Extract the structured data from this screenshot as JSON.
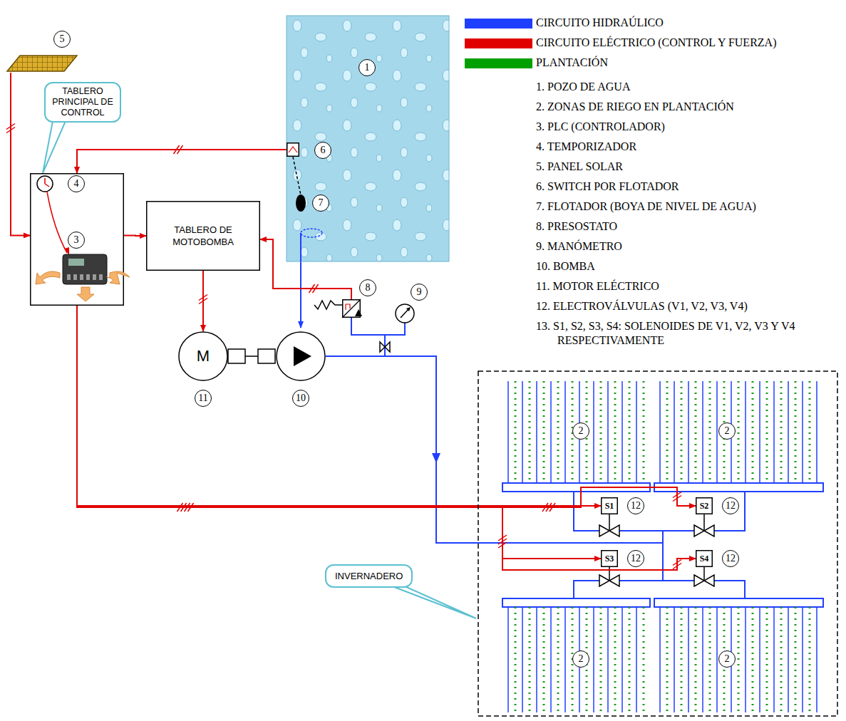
{
  "diagram": {
    "nodes": [
      {
        "text": [
          "5"
        ]
      },
      {
        "text": [
          "TABLERO PRINCIPAL DE CONTROL",
          "4",
          "3"
        ]
      },
      {
        "text": [
          "1"
        ]
      },
      {
        "text": [
          "6"
        ],
        "in": 2
      },
      {
        "text": [
          "TABLERO DE MOTOBOMBA"
        ]
      },
      {
        "text": [
          "8"
        ]
      },
      {
        "text": [
          "M",
          "11"
        ]
      },
      {
        "text": [
          "10"
        ]
      },
      {
        "text": [
          "INVERNADERO"
        ]
      },
      {
        "text": [
          "S1",
          "12"
        ],
        "in": 8
      },
      {
        "text": [
          "S2",
          "12"
        ],
        "in": 8
      },
      {
        "text": [
          "S3",
          "12"
        ],
        "in": 8
      },
      {
        "text": [
          "S4",
          "12"
        ],
        "in": 8
      }
    ],
    "edges": [
      {
        "from": 0,
        "to": 1,
        "arrow": "to"
      },
      {
        "from": 3,
        "to": 1,
        "arrow": "to"
      },
      {
        "from": 1,
        "to": 4,
        "arrow": "to"
      },
      {
        "from": 5,
        "to": 4,
        "arrow": "to"
      },
      {
        "from": 4,
        "to": 6,
        "arrow": "to"
      },
      {
        "from": 1,
        "to": 9,
        "arrow": "to"
      },
      {
        "from": 1,
        "to": 10,
        "arrow": "to"
      },
      {
        "from": 1,
        "to": 11,
        "arrow": "to"
      },
      {
        "from": 1,
        "to": 12,
        "arrow": "to"
      }
    ],
    "labels": [
      "2",
      "2",
      "2",
      "2",
      "7",
      "9",
      "1. POZO DE AGUA",
      "2. ZONAS DE RIEGO EN PLANTACIÓN",
      "3. PLC (CONTROLADOR)",
      "4. TEMPORIZADOR",
      "5. PANEL SOLAR",
      "6. SWITCH POR FLOTADOR",
      "7. FLOTADOR (BOYA DE NIVEL DE AGUA)",
      "8. PRESOSTATO",
      "9. MANÓMETRO",
      "10. BOMBA",
      "11. MOTOR ELÉCTRICO",
      "12. ELECTROVÁLVULAS (V1, V2, V3, V4)",
      "13. S1, S2, S3, S4: SOLENOIDES DE V1, V2, V3 Y V4 RESPECTIVAMENTE"
    ],
    "legend": [
      {
        "text": "CIRCUITO HIDRAÚLICO",
        "color": "#1f3fff"
      },
      {
        "text": "CIRCUITO ELÉCTRICO (CONTROL Y FUERZA)",
        "color": "#e00000"
      },
      {
        "text": "PLANTACIÓN",
        "color": "#00a000"
      }
    ]
  }
}
